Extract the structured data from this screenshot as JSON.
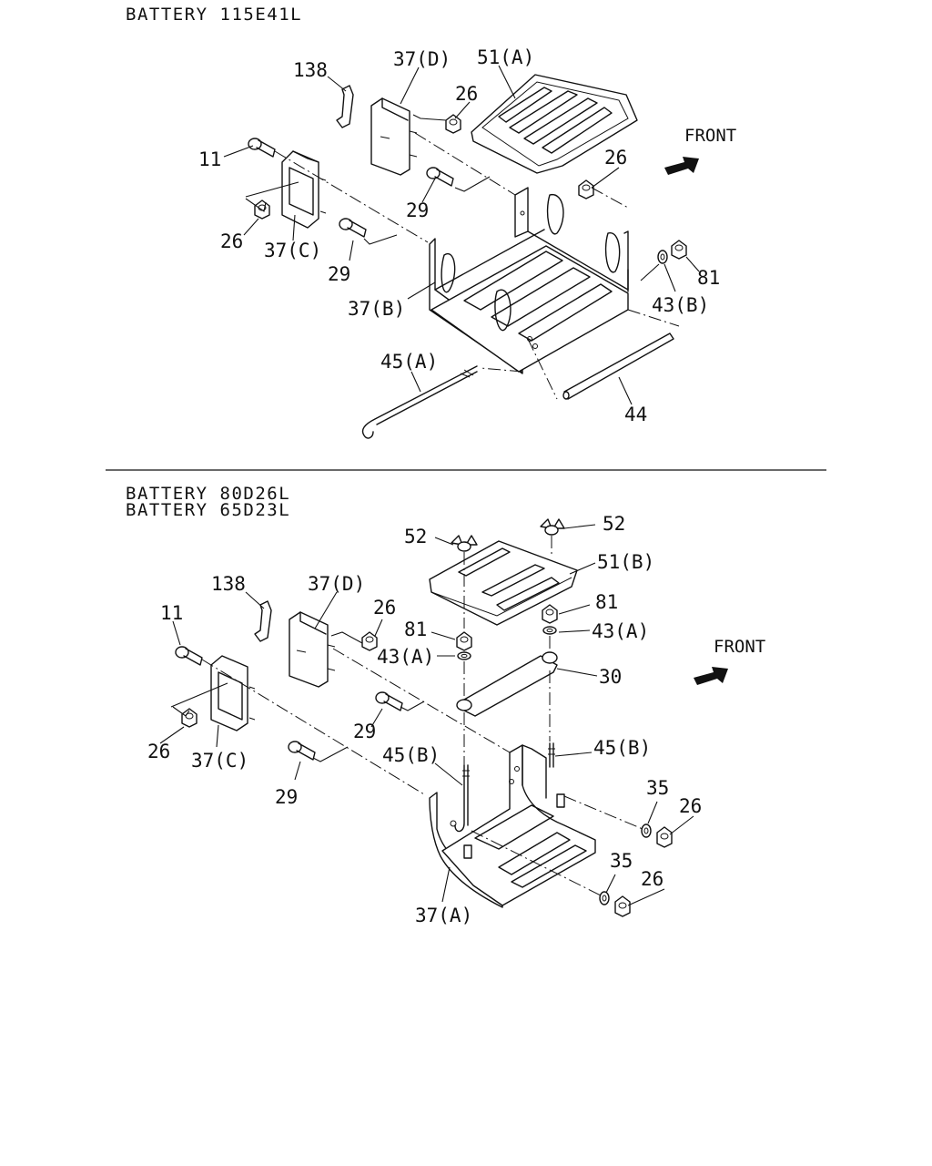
{
  "sections": [
    {
      "titles": [
        "BATTERY 115E41L"
      ],
      "front_label": "FRONT",
      "callouts": {
        "c138": "138",
        "c37d": "37(D)",
        "c51a": "51(A)",
        "c26a": "26",
        "c26b": "26",
        "c11": "11",
        "c29a": "29",
        "c26c": "26",
        "c37c": "37(C)",
        "c29b": "29",
        "c81": "81",
        "c43b": "43(B)",
        "c37b": "37(B)",
        "c45a": "45(A)",
        "c44": "44"
      }
    },
    {
      "titles": [
        "BATTERY 80D26L",
        "BATTERY 65D23L"
      ],
      "front_label": "FRONT",
      "callouts": {
        "c52a": "52",
        "c52b": "52",
        "c51b": "51(B)",
        "c138": "138",
        "c37d": "37(D)",
        "c26a": "26",
        "c81a": "81",
        "c11": "11",
        "c81b": "81",
        "c43a1": "43(A)",
        "c43a2": "43(A)",
        "c30": "30",
        "c29a": "29",
        "c26b": "26",
        "c37c": "37(C)",
        "c45b1": "45(B)",
        "c45b2": "45(B)",
        "c29b": "29",
        "c35a": "35",
        "c26c": "26",
        "c35b": "35",
        "c26d": "26",
        "c37a": "37(A)"
      }
    }
  ]
}
